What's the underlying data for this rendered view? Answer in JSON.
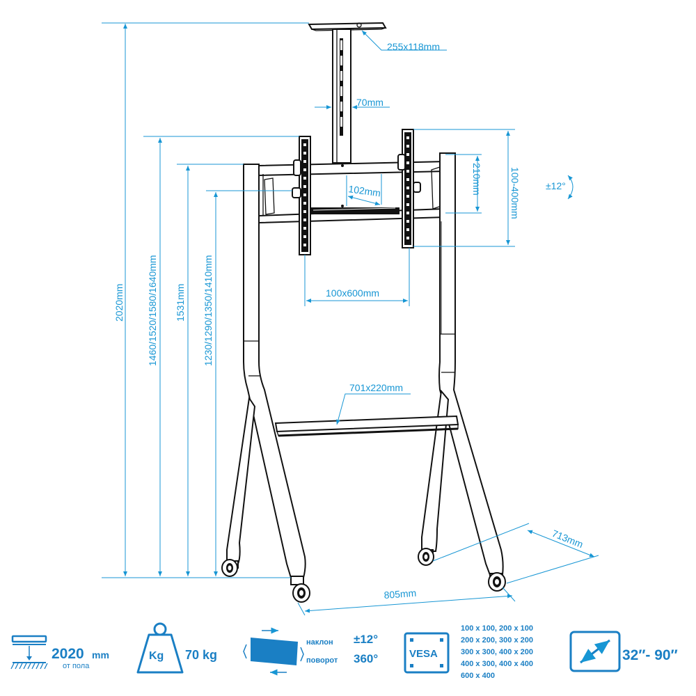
{
  "dimensions": {
    "top_plate": "255x118mm",
    "column_width": "70mm",
    "bracket_spacing": "102mm",
    "bracket_height_range": "210mm",
    "vertical_adjust": "100-400mm",
    "tilt": "±12°",
    "vesa_span": "100x600mm",
    "shelf": "701x220mm",
    "total_height": "2020mm",
    "mount_heights_upper": "1460/1520/1580/1640mm",
    "crossbar_height": "1531mm",
    "mount_heights_lower": "1230/1290/1350/1410mm",
    "base_width": "805mm",
    "base_depth": "713mm"
  },
  "specs": {
    "height_value": "2020",
    "height_unit": "mm",
    "height_note": "от пола",
    "weight_unit_label": "Kg",
    "weight_value": "70 kg",
    "tilt_label": "наклон",
    "tilt_value": "±12°",
    "rotate_label": "поворот",
    "rotate_value": "360°",
    "vesa_label": "VESA",
    "vesa_sizes": [
      "100 x 100, 200 x 100",
      "200 x 200, 300 x 200",
      "300 x 300, 400 x 200",
      "400 x 300, 400 x 400",
      "600 x 400"
    ],
    "screen_size": "32″- 90″"
  },
  "icons": [
    "height-floor-icon",
    "weight-icon",
    "tilt-rotate-icon",
    "vesa-icon",
    "screen-diagonal-icon"
  ],
  "colors": {
    "accent": "#1796d4",
    "spec_blue": "#1a7fc4",
    "line": "#111111"
  }
}
